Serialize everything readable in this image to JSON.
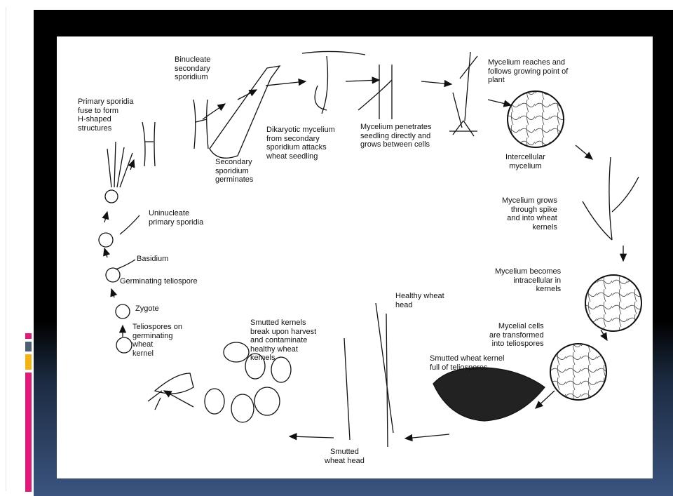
{
  "labels": {
    "primary_fuse": "Primary sporidia\nfuse to form\nH-shaped\nstructures",
    "binucleate": "Binucleate\nsecondary\nsporidium",
    "secondary_germ": "Secondary\nsporidium\ngerminates",
    "dikaryotic": "Dikaryotic mycelium\nfrom secondary\nsporidium attacks\nwheat seedling",
    "penetrates": "Mycelium penetrates\nseedling directly and\ngrows between cells",
    "reaches": "Mycelium reaches and\nfollows growing point of\nplant",
    "intercellular": "Intercellular\nmycelium",
    "through_spike": "Mycelium grows\nthrough spike\nand into wheat\nkernels",
    "intracellular": "Mycelium becomes\nintracellular in\nkernels",
    "transformed": "Mycelial cells\nare transformed\ninto teliospores",
    "smutted_kernel": "Smutted wheat kernel\nfull of teliospores",
    "healthy_head": "Healthy wheat\nhead",
    "smutted_head": "Smutted\nwheat head",
    "break_harvest": "Smutted kernels\nbreak upon harvest\nand contaminate\nhealthy wheat\nkernels",
    "teliospores_on": "Teliospores on\ngerminating\nwheat\nkernel",
    "zygote": "Zygote",
    "germinating_telio": "Germinating teliospore",
    "basidium": "Basidium",
    "uninucleate": "Uninucleate\nprimary sporidia"
  }
}
